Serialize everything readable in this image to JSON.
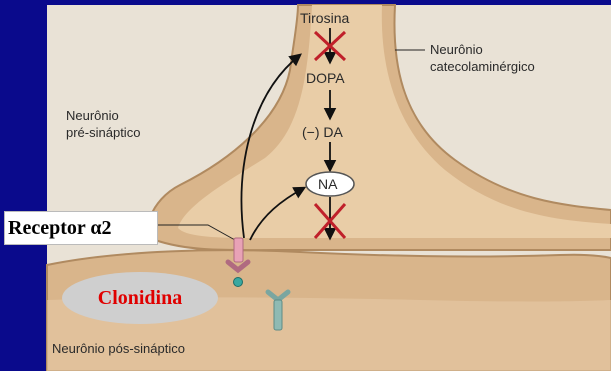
{
  "colors": {
    "slide_background": "#0a0a8c",
    "page_paper": "#e9e2d6",
    "neuron_fill": "#d9b58b",
    "neuron_edge": "#b08a60",
    "block_x": "#c0202a",
    "drug_text": "#e00000"
  },
  "labels": {
    "tirosina": "Tirosina",
    "dopa": "DOPA",
    "da": "(−) DA",
    "na": "NA",
    "neuron_catecol_line1": "Neurônio",
    "neuron_catecol_line2": "catecolaminérgico",
    "neuron_pre_line1": "Neurônio",
    "neuron_pre_line2": "pré-sináptico",
    "neuron_pos": "Neurônio pós-sináptico",
    "receptor": "Receptor α2",
    "drug": "Clonidina"
  },
  "icons": [
    "block-x-icon",
    "arrow-icon",
    "alpha2-receptor-icon",
    "postsynaptic-receptor-icon",
    "agonist-dot-icon"
  ]
}
